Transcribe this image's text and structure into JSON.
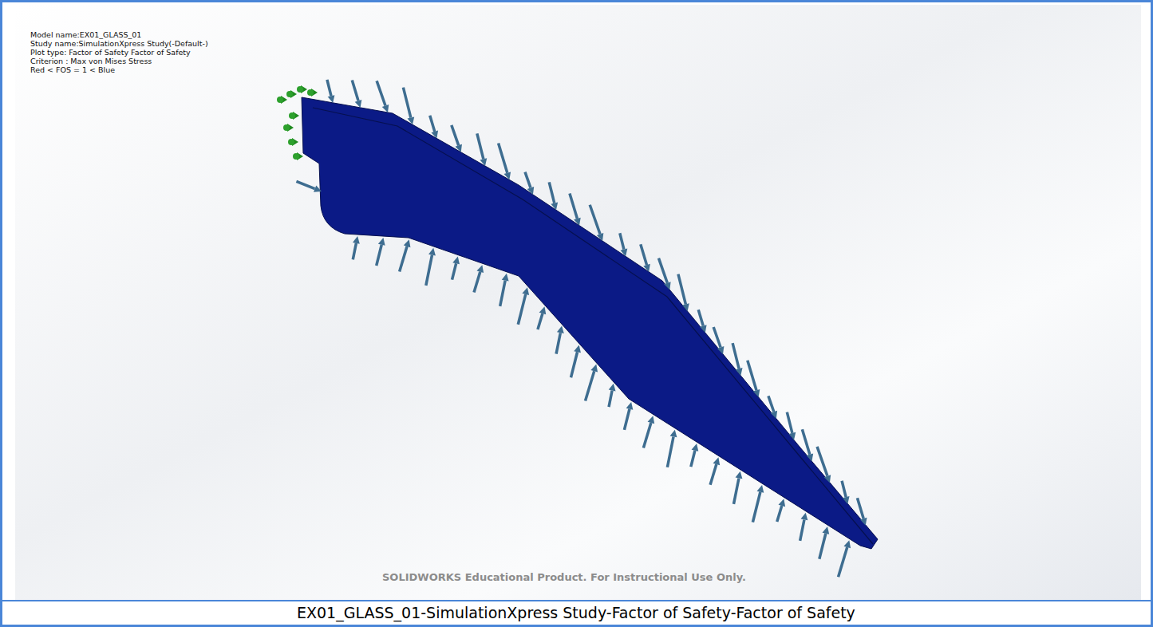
{
  "diagram": {
    "caption": "EX01_GLASS_01-SimulationXpress Study-Factor of Safety-Factor of Safety",
    "labels": [
      "Model name:EX01_GLASS_01",
      "Study name:SimulationXpress Study(-Default-)",
      "Plot type: Factor of Safety Factor of Safety",
      "Criterion : Max von Mises Stress",
      "Red <  FOS = 1 < Blue",
      "SOLIDWORKS Educational Product. For Instructional Use Only."
    ]
  }
}
